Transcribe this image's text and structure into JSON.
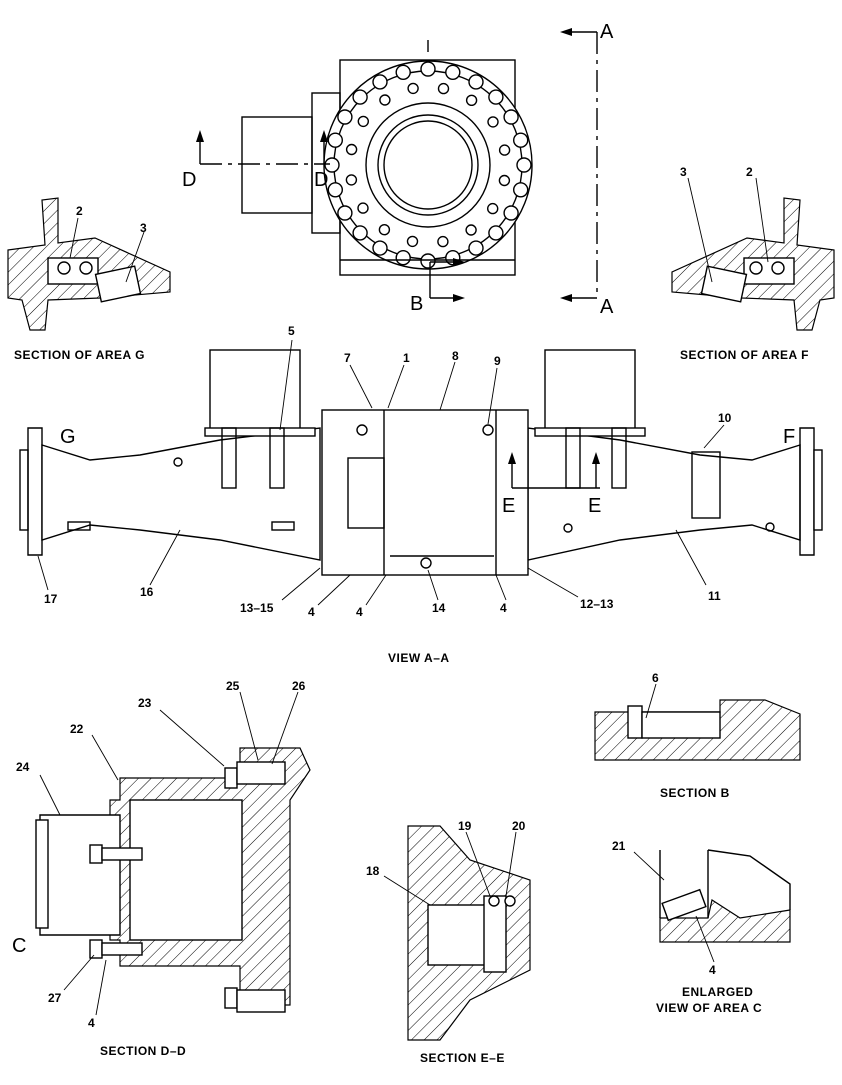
{
  "callouts": {
    "c1": "1",
    "c2": "2",
    "c3": "3",
    "c4": "4",
    "c5": "5",
    "c6": "6",
    "c7": "7",
    "c8": "8",
    "c9": "9",
    "c10": "10",
    "c11": "11",
    "c12_13": "12–13",
    "c13_15": "13–15",
    "c14": "14",
    "c16": "16",
    "c17": "17",
    "c18": "18",
    "c19": "19",
    "c20": "20",
    "c21": "21",
    "c22": "22",
    "c23": "23",
    "c24": "24",
    "c25": "25",
    "c26": "26",
    "c27": "27"
  },
  "section_letters": {
    "a": "A",
    "b": "B",
    "c": "C",
    "d": "D",
    "e": "E",
    "f": "F",
    "g": "G"
  },
  "captions": {
    "section_area_g": "SECTION OF AREA G",
    "section_area_f": "SECTION OF AREA F",
    "view_aa": "VIEW A–A",
    "section_b": "SECTION B",
    "section_dd": "SECTION D–D",
    "section_ee": "SECTION E–E",
    "enlarged_line1": "ENLARGED",
    "enlarged_line2": "VIEW OF AREA C"
  }
}
